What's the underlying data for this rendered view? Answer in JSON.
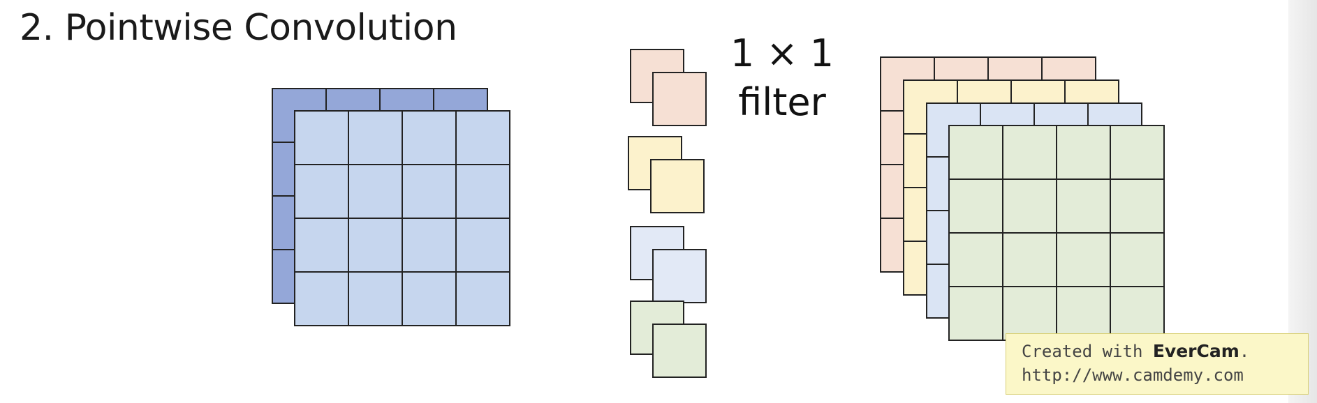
{
  "title": "2. Pointwise Convolution",
  "filter_label": {
    "line1": "1 × 1",
    "line2": "filter"
  },
  "input_volume": {
    "grid": 4,
    "layers": [
      "#94a7d8",
      "#c6d6ee"
    ]
  },
  "filters": [
    {
      "color": "#f6e0d4"
    },
    {
      "color": "#fcf2cc"
    },
    {
      "color": "#e2e9f6"
    },
    {
      "color": "#e3ecd8"
    }
  ],
  "output_volume": {
    "grid": 4,
    "layers": [
      "#f6e0d4",
      "#fcf2cc",
      "#dae4f4",
      "#e3ecd8"
    ]
  },
  "colors": {
    "stroke": "#222222"
  },
  "watermark": {
    "prefix": "Created with",
    "brand": "EverCam",
    "suffix": ".",
    "url": "http://www.camdemy.com"
  }
}
